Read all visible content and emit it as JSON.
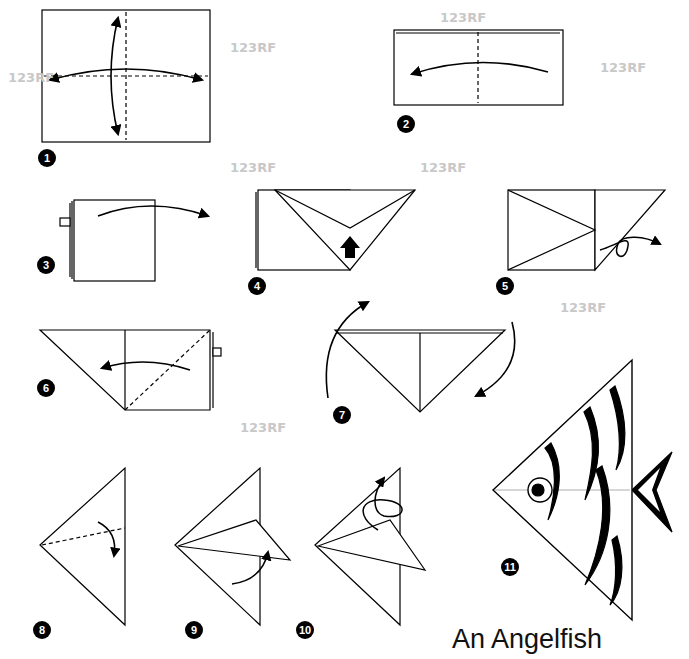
{
  "diagram": {
    "title": "An Angelfish",
    "nodes": [
      {
        "text": [
          "1"
        ]
      },
      {
        "text": [
          "2"
        ]
      },
      {
        "text": [
          "3"
        ]
      },
      {
        "text": [
          "4"
        ]
      },
      {
        "text": [
          "5"
        ]
      },
      {
        "text": [
          "6"
        ]
      },
      {
        "text": [
          "7"
        ]
      },
      {
        "text": [
          "8"
        ]
      },
      {
        "text": [
          "9"
        ]
      },
      {
        "text": [
          "10"
        ]
      },
      {
        "text": [
          "11"
        ]
      }
    ],
    "labels": [
      "123RF",
      "123RF",
      "123RF",
      "123RF",
      "123RF",
      "123RF",
      "123RF",
      "123RF"
    ]
  }
}
